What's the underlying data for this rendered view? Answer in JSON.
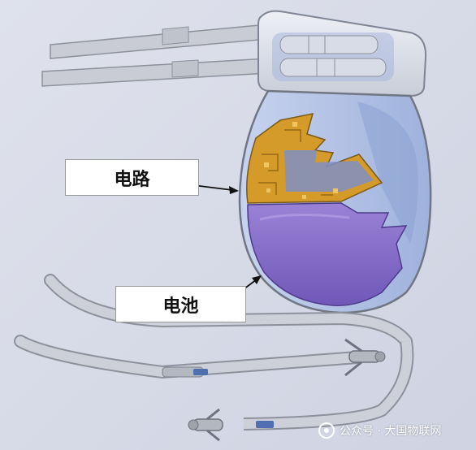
{
  "labels": {
    "circuit": "电路",
    "battery": "电池"
  },
  "watermark": {
    "text": "公众号 · 大国物联网",
    "icon": "wechat-official-account-icon"
  },
  "colors": {
    "background": "#d6d9e6",
    "circuit": "#d49a2a",
    "battery": "#8a6fcc",
    "housing": "#b8c8e6",
    "lead": "#c9ccd4"
  }
}
